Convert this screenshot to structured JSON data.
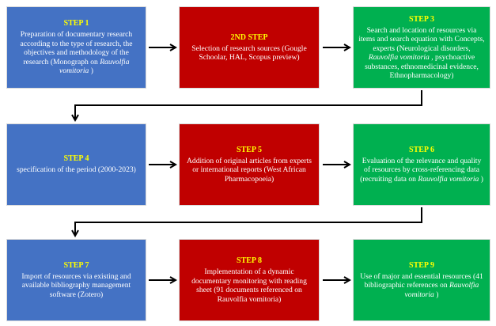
{
  "steps": [
    {
      "title": "STEP 1",
      "text_before": "Preparation of documentary research according to the type of research, the objectives and methodology of the research (Monograph on ",
      "italic": "Rauvolfia vomitoria",
      "text_after": " )"
    },
    {
      "title": "2ND STEP",
      "text_before": "Selection of research sources (Gougle Schoolar, HAL, Scopus preview)",
      "italic": "",
      "text_after": ""
    },
    {
      "title": "STEP 3",
      "text_before": "Search and location of resources via items and search equation with Concepts, experts (Neurological disorders, ",
      "italic": "Rauvolfia vomitoria",
      "text_after": " , psychoactive substances, ethnomedicinal evidence, Ethnopharmacology)"
    },
    {
      "title": "STEP 4",
      "text_before": "specification of the period (2000-2023)",
      "italic": "",
      "text_after": ""
    },
    {
      "title": "STEP 5",
      "text_before": "Addition of original articles from experts or international reports (West African Pharmacopoeia)",
      "italic": "",
      "text_after": ""
    },
    {
      "title": "STEP 6",
      "text_before": "Evaluation of the relevance and quality of resources by cross-referencing data (recruiting data on ",
      "italic": "Rauvolfia vomitoria",
      "text_after": " )"
    },
    {
      "title": "STEP 7",
      "text_before": "Import of resources via existing and available bibliography management software (Zotero)",
      "italic": "",
      "text_after": ""
    },
    {
      "title": "STEP 8",
      "text_before": "Implementation of a dynamic documentary monitoring with reading sheet (91 documents referenced on Rauvolfia vomitoria)",
      "italic": "",
      "text_after": ""
    },
    {
      "title": "STEP 9",
      "text_before": "Use of major and essential resources (41 bibliographic references on ",
      "italic": "Rauvolfia vomitoria",
      "text_after": " )"
    }
  ],
  "colors": {
    "blue": "#4472c4",
    "red": "#c00000",
    "green": "#00b050",
    "title": "#ffff00",
    "text": "#ffffff",
    "arrow": "#000000"
  }
}
